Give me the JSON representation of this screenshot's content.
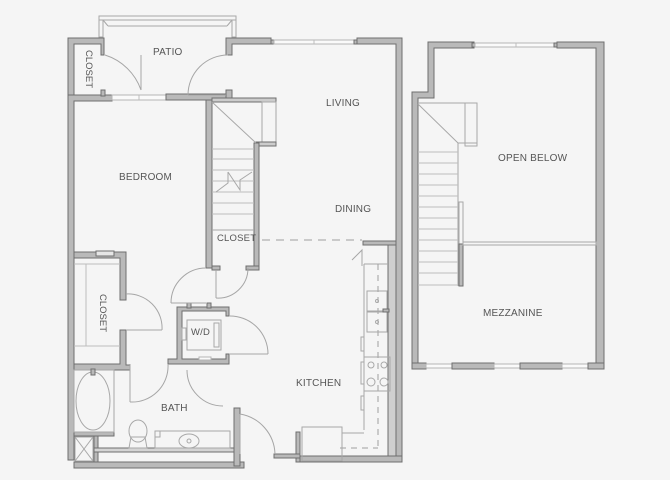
{
  "floorplan": {
    "first_floor": {
      "rooms": {
        "patio": "PATIO",
        "closet_patio": "CLOSET",
        "living": "LIVING",
        "bedroom": "BEDROOM",
        "dining": "DINING",
        "closet_stair": "CLOSET",
        "closet_bedroom": "CLOSET",
        "laundry": "W/D",
        "kitchen": "KITCHEN",
        "bath": "BATH"
      }
    },
    "second_floor": {
      "rooms": {
        "open_below": "OPEN BELOW",
        "mezzanine": "MEZZANINE"
      }
    },
    "colors": {
      "background": "#f5f5f5",
      "wall_fill": "#b9b9b9",
      "wall_stroke": "#6e6e6e",
      "label": "#555555"
    }
  }
}
